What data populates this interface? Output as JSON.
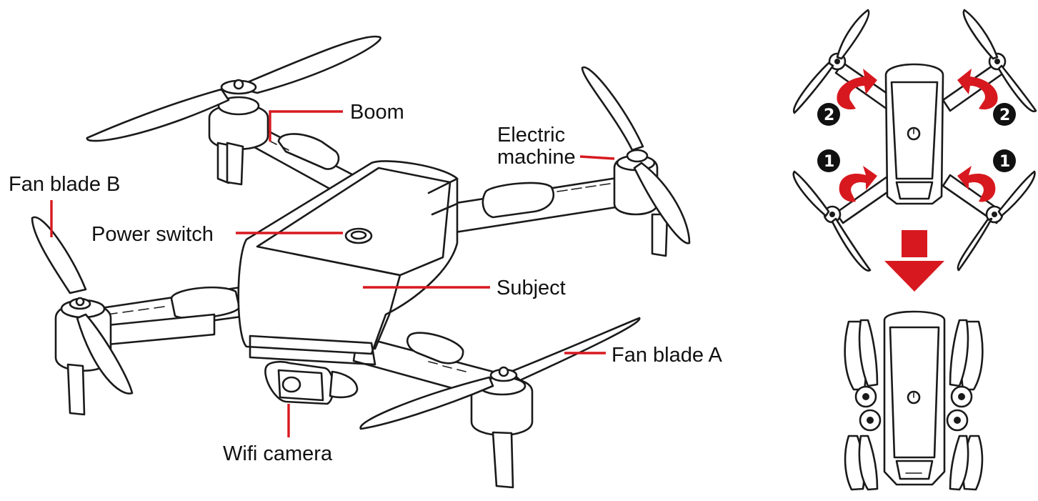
{
  "labels": {
    "boom": "Boom",
    "electric_machine_line1": "Electric",
    "electric_machine_line2": "machine",
    "fan_blade_b": "Fan blade B",
    "power_switch": "Power switch",
    "subject": "Subject",
    "fan_blade_a": "Fan blade A",
    "wifi_camera": "Wifi camera"
  },
  "fold_steps": {
    "step1": "1",
    "step2": "2"
  },
  "colors": {
    "accent": "#d7191f",
    "ink": "#1a1a1a",
    "background": "#ffffff"
  },
  "icons": [
    "fold-arrow-icon",
    "down-arrow-icon",
    "power-button-icon",
    "step-number-icon"
  ]
}
